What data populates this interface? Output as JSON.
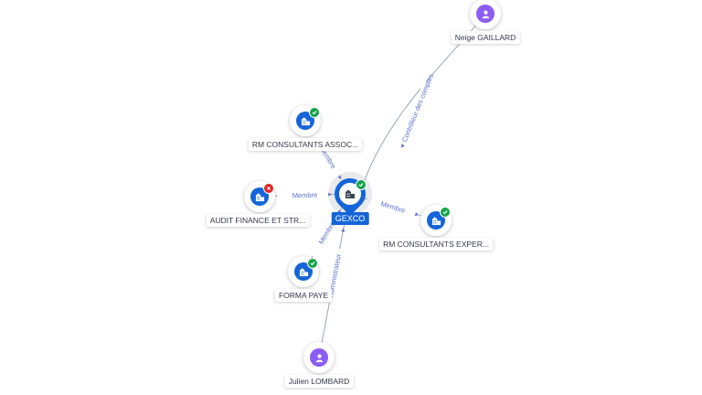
{
  "center": {
    "id": "gexco",
    "label": "GEXCO",
    "status": "ok"
  },
  "nodes": [
    {
      "id": "neige",
      "label": "Neige GAILLARD",
      "kind": "person",
      "status": "none"
    },
    {
      "id": "rm_assoc",
      "label": "RM CONSULTANTS ASSOC...",
      "kind": "company",
      "status": "ok"
    },
    {
      "id": "audit",
      "label": "AUDIT FINANCE ET STR...",
      "kind": "company",
      "status": "ko"
    },
    {
      "id": "rm_exper",
      "label": "RM CONSULTANTS EXPER...",
      "kind": "company",
      "status": "ok"
    },
    {
      "id": "forma",
      "label": "FORMA PAYE",
      "kind": "company",
      "status": "ok"
    },
    {
      "id": "julien",
      "label": "Julien LOMBARD",
      "kind": "person",
      "status": "none"
    }
  ],
  "edges": [
    {
      "from": "neige",
      "to": "gexco",
      "label": "Contrôleur des comptes"
    },
    {
      "from": "rm_assoc",
      "to": "gexco",
      "label": "Membre"
    },
    {
      "from": "audit",
      "to": "gexco",
      "label": "Membre"
    },
    {
      "from": "gexco",
      "to": "rm_exper",
      "label": "Membre"
    },
    {
      "from": "forma",
      "to": "gexco",
      "label": "Membre"
    },
    {
      "from": "julien",
      "to": "gexco",
      "label": "Administrateur"
    }
  ],
  "colors": {
    "company": "#1565d8",
    "person": "#8b5cf6",
    "status_ok": "#16a34a",
    "status_ko": "#dc2626",
    "edge": "#9aa6b6",
    "edge_label": "#5a6fcf"
  },
  "icons": {
    "company": "building-icon",
    "person": "person-icon",
    "status_ok": "check-icon",
    "status_ko": "cross-icon"
  }
}
